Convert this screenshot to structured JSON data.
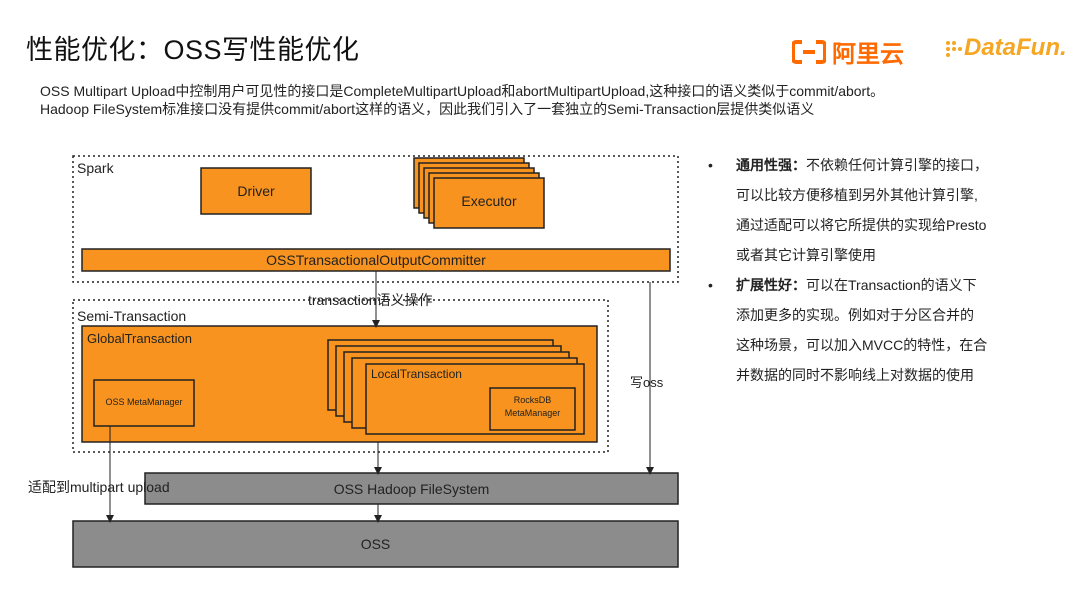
{
  "page": {
    "title": "性能优化：OSS写性能优化",
    "intro_line1": "OSS Multipart Upload中控制用户可见性的接口是CompleteMultipartUpload和abortMultipartUpload,这种接口的语义类似于commit/abort。",
    "intro_line2": "Hadoop FileSystem标准接口没有提供commit/abort这样的语义，因此我们引入了一套独立的Semi-Transaction层提供类似语义"
  },
  "logos": {
    "aliyun_text": "阿里云",
    "datafun_text": "DataFun.",
    "aliyun_color": "#ff6a00",
    "datafun_color": "#f5a623"
  },
  "diagram": {
    "colors": {
      "orange": "#f7931e",
      "gray": "#8c8c8c",
      "border": "#222222"
    },
    "spark_label": "Spark",
    "driver_label": "Driver",
    "executor_label": "Executor",
    "committer_label": "OSSTransactionalOutputCommitter",
    "transaction_label": "transaction语义操作",
    "semi_label": "Semi-Transaction",
    "global_label": "GlobalTransaction",
    "local_label": "LocalTransaction",
    "rocksdb_label_1": "RocksDB",
    "rocksdb_label_2": "MetaManager",
    "metamanager_label": "OSS MetaManager",
    "write_oss_label": "写oss",
    "multipart_label": "适配到multipart upload",
    "hadoop_fs_label": "OSS Hadoop FileSystem",
    "oss_label": "OSS"
  },
  "bullets": [
    {
      "title": "通用性强：",
      "lines": [
        "不依赖任何计算引擎的接口，",
        "可以比较方便移植到另外其他计算引擎,",
        "通过适配可以将它所提供的实现给Presto",
        "或者其它计算引擎使用"
      ]
    },
    {
      "title": "扩展性好：",
      "lines": [
        "可以在Transaction的语义下",
        "添加更多的实现。例如对于分区合并的",
        "这种场景，可以加入MVCC的特性，在合",
        "并数据的同时不影响线上对数据的使用"
      ]
    }
  ]
}
